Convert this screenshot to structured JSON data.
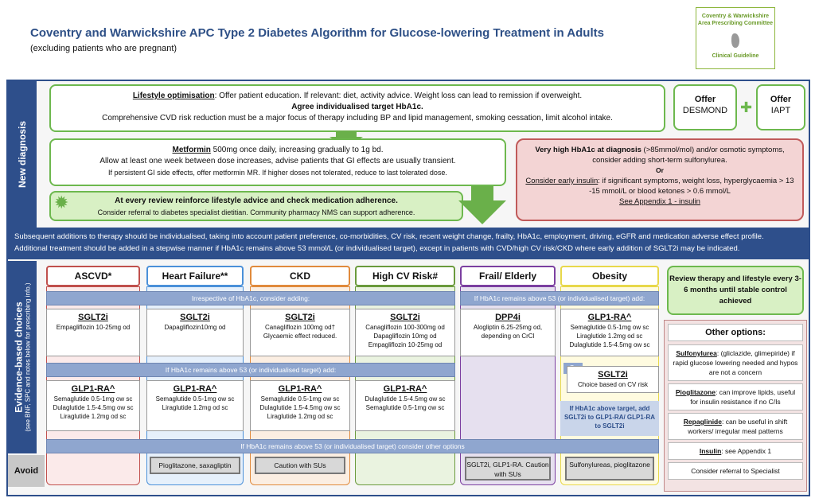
{
  "header": {
    "title": "Coventry and Warwickshire APC Type 2 Diabetes Algorithm for Glucose-lowering Treatment in Adults",
    "subtitle": "(excluding patients who are pregnant)",
    "logo_line1": "Coventry & Warwickshire",
    "logo_line2": "Area Prescribing Committee",
    "logo_line3": "Clinical Guideline"
  },
  "new_diagnosis": {
    "side_label": "New diagnosis",
    "lifestyle": {
      "heading": "Lifestyle optimisation",
      "line1": ": Offer patient education. If relevant: diet, activity advice. Weight loss can lead to remission if overweight.",
      "line2": "Agree individualised target HbA1c.",
      "line3": "Comprehensive CVD risk reduction must be a major focus of therapy including BP and lipid management, smoking cessation, limit alcohol intake."
    },
    "offer_desmond": {
      "label": "Offer",
      "value": "DESMOND"
    },
    "plus_symbol": "✚",
    "offer_iapt": {
      "label": "Offer",
      "value": "IAPT"
    },
    "metformin": {
      "heading": "Metformin",
      "line1": " 500mg once daily, increasing gradually to 1g bd.",
      "line2": "Allow at least one week between dose increases, advise patients that GI effects are usually transient.",
      "line3": "If persistent GI side effects, offer metformin MR. If higher doses not tolerated, reduce to last tolerated dose."
    },
    "review": {
      "line1": "At every review reinforce lifestyle advice and check medication adherence.",
      "line2": "Consider referral to diabetes specialist dietitian. Community pharmacy NMS can support adherence."
    },
    "high_hba1c": {
      "line1": "Very high HbA1c at diagnosis",
      "line1b": " (>85mmol/mol) and/or osmotic symptoms, consider adding short-term sulfonylurea.",
      "or": "Or",
      "line2": "Consider early insulin",
      "line2b": ": if significant symptoms, weight loss, hyperglycaemia > 13 -15 mmol/L or blood ketones > 0.6 mmol/L",
      "line3": "See Appendix 1 - insulin"
    }
  },
  "band": {
    "line1": "Subsequent additions to therapy should be individualised, taking into account patient preference, co-morbidities, CV risk, recent weight change, frailty, HbA1c, employment, driving, eGFR and medication adverse effect profile.",
    "line2": "Additional treatment should be added in a stepwise manner if HbA1c remains above 53 mmol/L (or individualised target), except in patients with CVD/high CV risk/CKD where early addition of SGLT2i may be indicated."
  },
  "evidence": {
    "side_label": "Evidence-based choices",
    "side_note": "(see BNF, SPC and notes below for prescribing info.)",
    "columns": [
      "ASCVD*",
      "Heart Failure**",
      "CKD",
      "High CV Risk#",
      "Frail/ Elderly",
      "Obesity"
    ],
    "strip_irrespective": "Irrespective of HbA1c, consider adding:",
    "strip_above53_a": "If HbA1c remains above 53 (or individualised target) add:",
    "strip_above53_b": "If HbA1c remains above 53 (or individualised target) add:",
    "strip_other": "If HbA1c remains above 53 (or individualised target) consider other options",
    "sglt2": [
      {
        "name": "SGLT2i",
        "text": "Empagliflozin 10-25mg od"
      },
      {
        "name": "SGLT2i",
        "text": "Dapagliflozin10mg od"
      },
      {
        "name": "SGLT2i",
        "text": "Canagliflozin 100mg od† Glycaemic effect reduced."
      },
      {
        "name": "SGLT2i",
        "text": "Canagliflozin 100-300mg od Dapagliflozin 10mg od Empagliflozin 10-25mg od"
      }
    ],
    "glp1": [
      {
        "name": "GLP1-RA^",
        "text": "Semaglutide 0.5-1mg ow sc Dulaglutide 1.5-4.5mg ow sc Liraglutide 1.2mg od sc"
      },
      {
        "name": "GLP1-RA^",
        "text": "Semaglutide 0.5-1mg ow sc Liraglutide 1.2mg od sc"
      },
      {
        "name": "GLP1-RA^",
        "text": "Semaglutide 0.5-1mg ow sc Dulaglutide 1.5-4.5mg ow sc Liraglutide 1.2mg od sc"
      },
      {
        "name": "GLP1-RA^",
        "text": "Dulaglutide 1.5-4.5mg ow sc Semaglutide 0.5-1mg ow sc"
      }
    ],
    "dpp4": {
      "name": "DPP4i",
      "text": "Alogliptin 6.25-25mg od, depending on CrCl"
    },
    "obesity_glp1": {
      "name": "GLP1-RA^",
      "text": "Semaglutide 0.5-1mg ow sc Liraglutide 1.2mg od sc Dulaglutide 1.5-4.5mg ow sc"
    },
    "or_label": "Or",
    "obesity_sglt2": {
      "name": "SGLT2i",
      "text": "Choice based on CV risk"
    },
    "obesity_note": "If HbA1c above target, add SGLT2i to GLP1-RA/ GLP1-RA to SGLT2i"
  },
  "review_box": "Review therapy and lifestyle every 3-6 months until stable control achieved",
  "other_options": {
    "title": "Other options:",
    "items": [
      {
        "name": "Sulfonylurea",
        "text": ": (gliclazide, glimepiride) if rapid glucose lowering needed and hypos are not a concern"
      },
      {
        "name": "Pioglitazone",
        "text": ": can improve lipids, useful for insulin resistance if no C/Is"
      },
      {
        "name": "Repaglinide",
        "text": ": can be useful in shift workers/ irregular meal patterns"
      },
      {
        "name": "Insulin",
        "text": ": see Appendix 1"
      },
      {
        "name": "",
        "text": "Consider referral to Specialist"
      }
    ]
  },
  "avoid": {
    "label": "Avoid",
    "items": [
      "Pioglitazone, saxagliptin",
      "Caution with SUs",
      "SGLT2i, GLP1-RA. Caution with SUs",
      "Sulfonylureas, pioglitazone"
    ]
  },
  "colors": {
    "navy": "#2e4f8b",
    "green": "#6db84e",
    "red": "#c05a5a",
    "ascvd": "#c0504d",
    "hf": "#4a90d9",
    "ckd": "#e08a3c",
    "cvrisk": "#6a9a3c",
    "frail": "#7b3fa0",
    "obesity": "#e8d84a"
  }
}
